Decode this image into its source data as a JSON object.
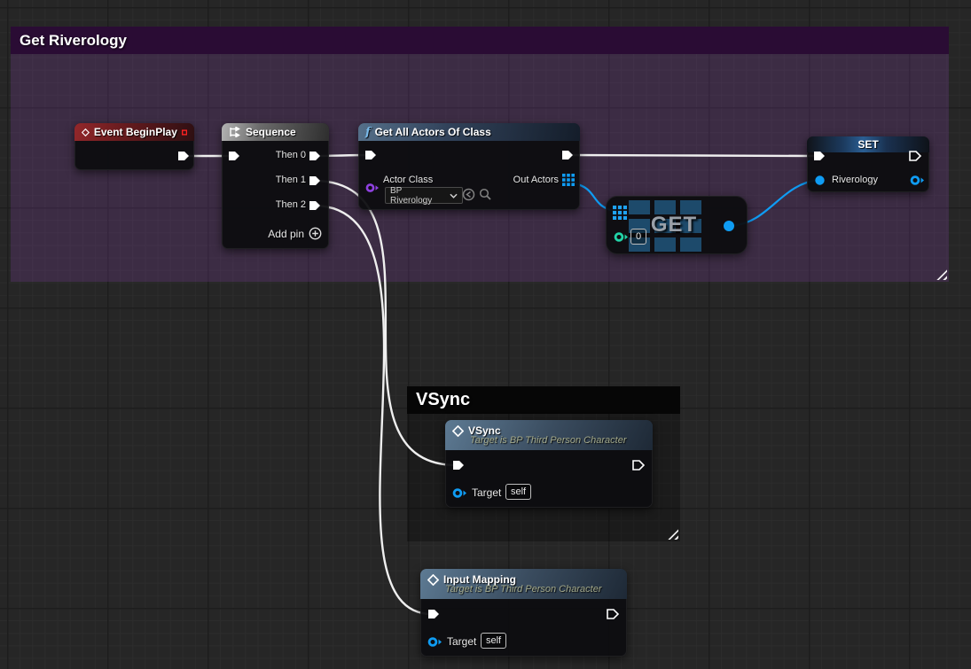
{
  "comments": {
    "get_riverology": {
      "title": "Get Riverology"
    },
    "vsync": {
      "title": "VSync"
    }
  },
  "nodes": {
    "event_begin_play": {
      "title": "Event BeginPlay"
    },
    "sequence": {
      "title": "Sequence",
      "rows": [
        "Then 0",
        "Then 1",
        "Then 2"
      ],
      "add_pin_label": "Add pin"
    },
    "get_all_actors": {
      "title": "Get All Actors Of Class",
      "actor_class_label": "Actor Class",
      "actor_class_value": "BP Riverology",
      "out_actors_label": "Out Actors"
    },
    "array_get": {
      "label": "GET",
      "index_value": "0"
    },
    "set_riverology": {
      "title": "SET",
      "var_label": "Riverology"
    },
    "vsync": {
      "title": "VSync",
      "subtitle": "Target is BP Third Person Character",
      "target_label": "Target",
      "target_value": "self"
    },
    "input_mapping": {
      "title": "Input Mapping",
      "subtitle": "Target is BP Third Person Character",
      "target_label": "Target",
      "target_value": "self"
    }
  },
  "icons": {
    "event": "diamond-icon",
    "function": "f-icon",
    "sequence": "sequence-icon",
    "array": "grid-icon",
    "add_pin": "circled-plus-icon",
    "use_asset": "circle-arrow-icon",
    "browse": "magnifier-icon",
    "dropdown": "chevron-down-icon"
  },
  "colors": {
    "exec_wire": "#efefef",
    "object_wire": "#0f9cf3",
    "object_pin": "#0f9cf3",
    "class_pin": "#8f41e0",
    "int_pin": "#22d3a7",
    "comment_header_purple": "#2a0c34",
    "comment_body_purple": "rgba(126,62,158,0.25)",
    "event_header_red": "#93272a",
    "function_header_blue": "#55708a",
    "background": "#262626"
  }
}
